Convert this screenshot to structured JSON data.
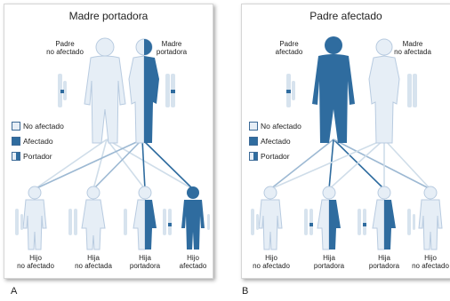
{
  "colors": {
    "unaffected": "#e6eef6",
    "affected": "#2f6c9f",
    "outline": "#b8cbe0"
  },
  "panel_a": {
    "letter": "A",
    "title": "Madre portadora",
    "father_label": "Padre\nno afectado",
    "mother_label": "Madre\nportadora",
    "legend": {
      "unaffected": "No afectado",
      "affected": "Afectado",
      "carrier": "Portador"
    },
    "children": [
      "Hijo\nno afectado",
      "Hija\nno afectada",
      "Hija\nportadora",
      "Hijo\nafectado"
    ]
  },
  "panel_b": {
    "letter": "B",
    "title": "Padre afectado",
    "father_label": "Padre\nafectado",
    "mother_label": "Madre\nno afectada",
    "legend": {
      "unaffected": "No afectado",
      "affected": "Afectado",
      "carrier": "Portador"
    },
    "children": [
      "Hijo\nno afectado",
      "Hija\nportadora",
      "Hija\nportadora",
      "Hijo\nno afectado"
    ]
  }
}
